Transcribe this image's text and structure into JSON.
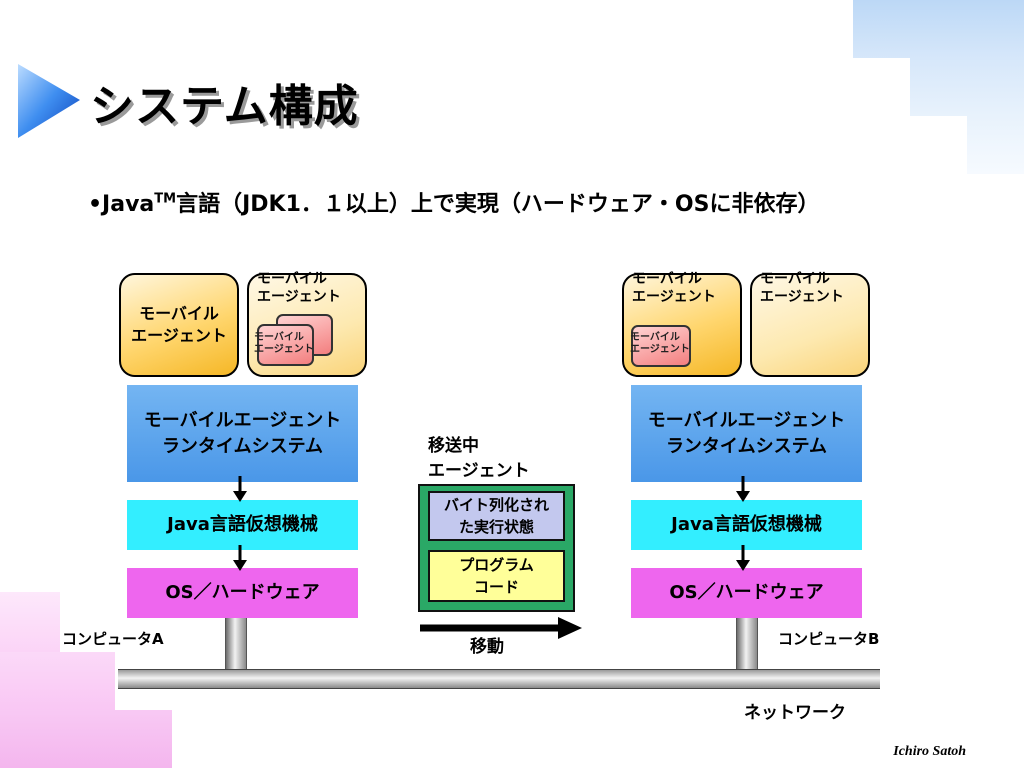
{
  "slide": {
    "title": "システム構成",
    "bullet_prefix": "•Java",
    "bullet_tm": "TM",
    "bullet_rest": "言語（JDK1．１以上）上で実現（ハードウェア・OSに非依存）",
    "footer": "Ichiro Satoh"
  },
  "computer_a": {
    "label": "コンピュータA",
    "agent1": [
      "モーバイル",
      "エージェント"
    ],
    "agent2": [
      "モーバイル",
      "エージェント"
    ],
    "agent2_inner": [
      "モーバイル",
      "エージェント"
    ],
    "runtime": [
      "モーバイルエージェント",
      "ランタイムシステム"
    ],
    "jvm": "Java言語仮想機械",
    "os": "OS／ハードウェア"
  },
  "computer_b": {
    "label": "コンピュータB",
    "agent1": [
      "モーバイル",
      "エージェント"
    ],
    "agent1_inner": [
      "モーバイル",
      "エージェント"
    ],
    "agent2": [
      "モーバイル",
      "エージェント"
    ],
    "runtime": [
      "モーバイルエージェント",
      "ランタイムシステム"
    ],
    "jvm": "Java言語仮想機械",
    "os": "OS／ハードウェア"
  },
  "transit": {
    "heading": [
      "移送中",
      "エージェント"
    ],
    "serialized": [
      "バイト列化され",
      "た実行状態"
    ],
    "program": [
      "プログラム",
      "コード"
    ],
    "move_label": "移動"
  },
  "network_label": "ネットワーク",
  "colors": {
    "agent": "#ffd66e",
    "mini_agent": "#f37f7f",
    "runtime": "#4a97e8",
    "jvm": "#33eeff",
    "os": "#ee66ee",
    "transit": "#2aa866",
    "serialized": "#c3c8ee",
    "program": "#ffff99"
  }
}
